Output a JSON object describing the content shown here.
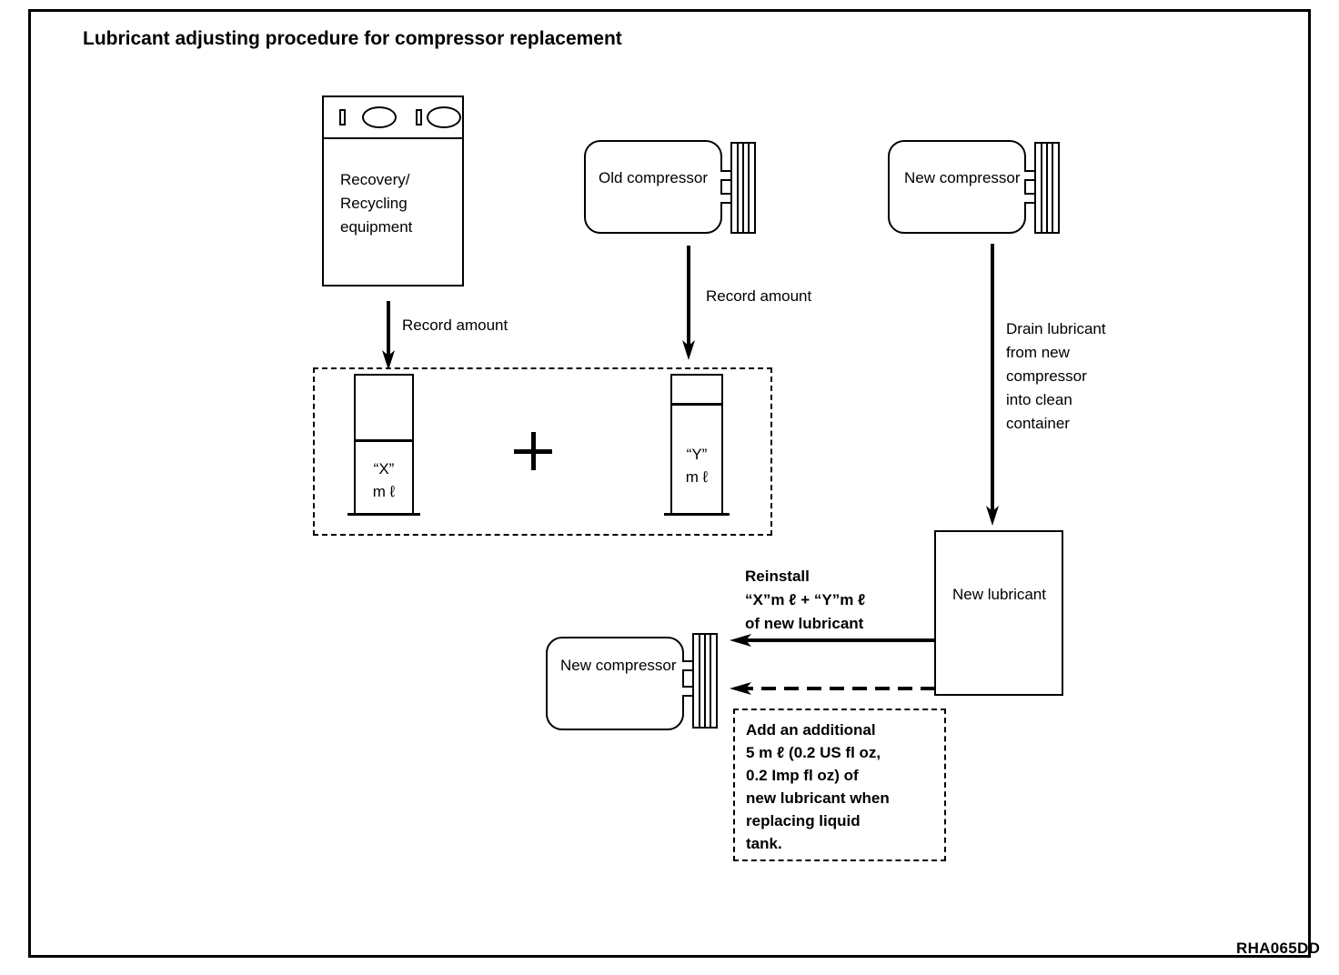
{
  "diagram": {
    "title": "Lubricant adjusting procedure for compressor replacement",
    "reference_code": "RHA065DD",
    "nodes": {
      "recovery_equipment": {
        "label": "Recovery/\nRecycling\nequipment",
        "icon": "recovery-recycling-equipment-icon"
      },
      "old_compressor": {
        "label": "Old\ncompressor",
        "icon": "compressor-icon"
      },
      "new_compressor_top": {
        "label": "New\ncompressor",
        "icon": "compressor-icon"
      },
      "new_compressor_bottom": {
        "label": "New\ncompressor",
        "icon": "compressor-icon"
      },
      "new_lubricant": {
        "label": "New\nlubricant",
        "icon": "container-icon"
      },
      "cylinder_x": {
        "amount_label": "“X”",
        "unit_label": "m ℓ",
        "icon": "graduated-cylinder-icon"
      },
      "cylinder_y": {
        "amount_label": "“Y”",
        "unit_label": "m ℓ",
        "icon": "graduated-cylinder-icon"
      },
      "plus_operator": {
        "label": "+",
        "icon": "plus-icon"
      }
    },
    "annotations": {
      "record_amount_recovery": "Record amount",
      "record_amount_old_compressor": "Record amount",
      "drain_lubricant": "Drain lubricant\nfrom new\ncompressor\ninto clean\ncontainer",
      "reinstall": "Reinstall\n“X”m ℓ  +  “Y”m ℓ\nof new lubricant",
      "additional_note": "Add an additional\n5 m ℓ  (0.2 US fl oz,\n0.2 Imp fl oz) of\nnew lubricant when\nreplacing liquid\ntank."
    },
    "colors": {
      "line": "#000000",
      "background": "#ffffff"
    }
  }
}
